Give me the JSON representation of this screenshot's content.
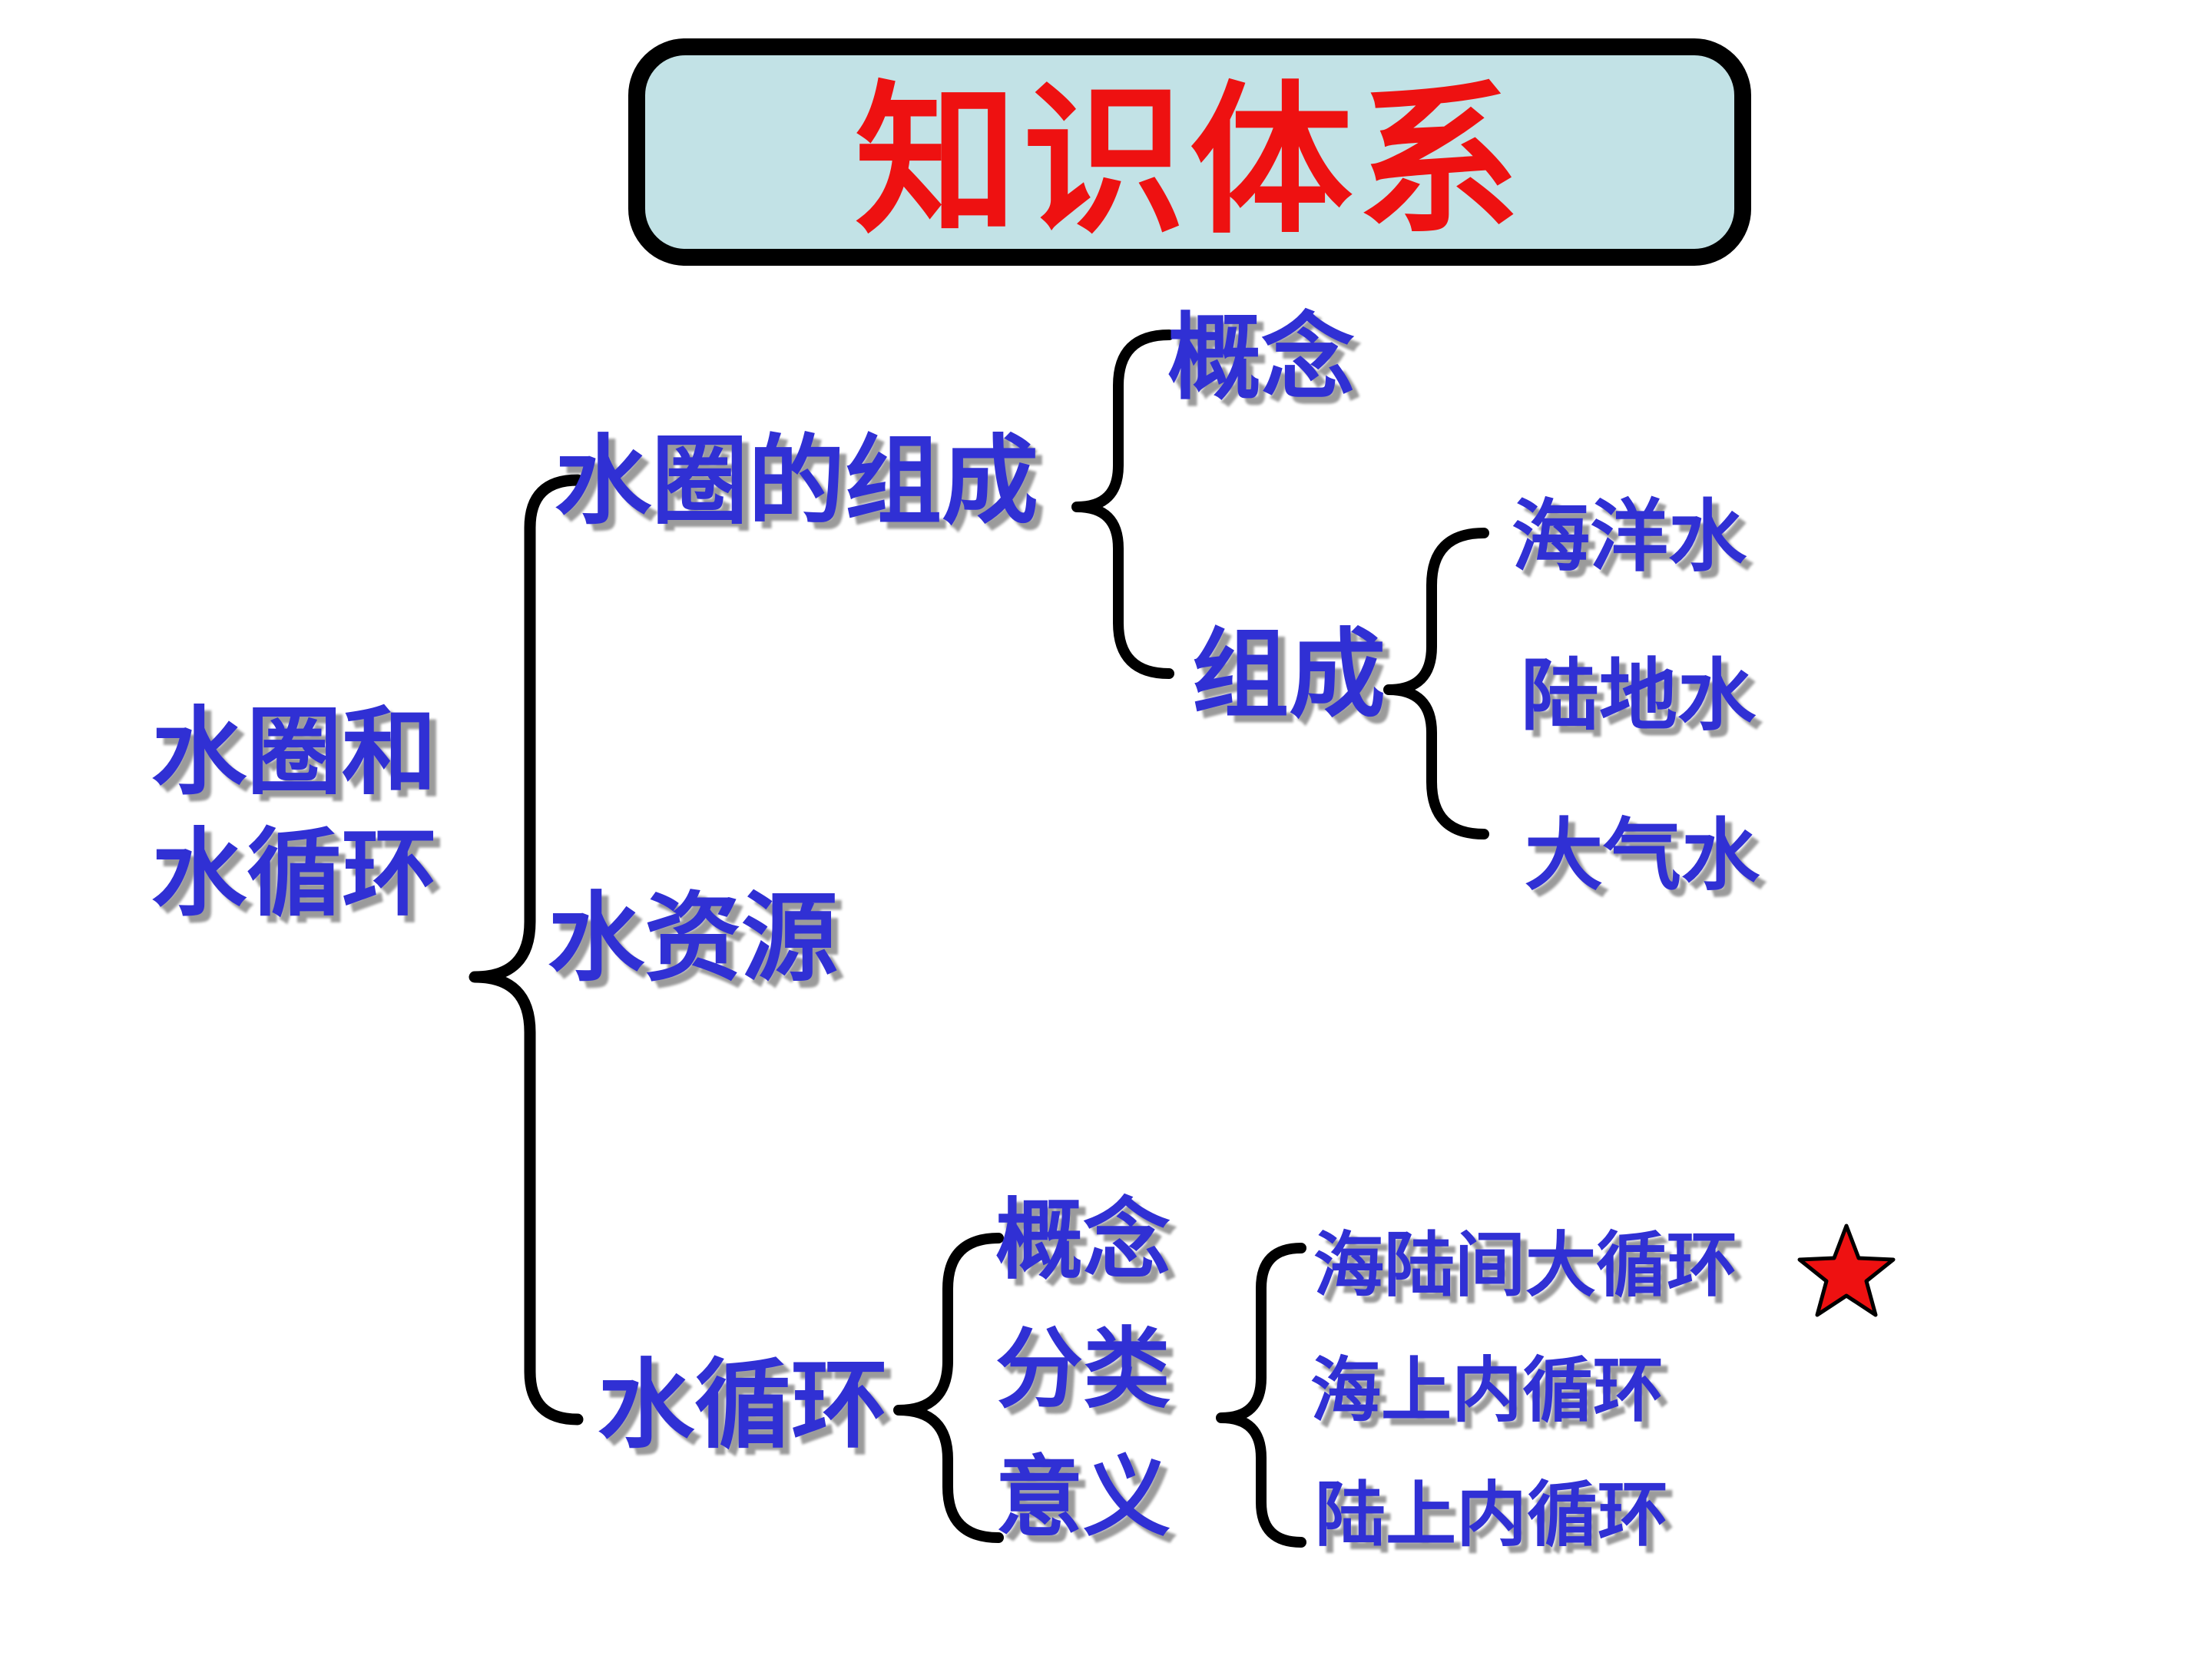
{
  "title": {
    "text": "知识体系"
  },
  "colors": {
    "node_text": "#3030d4",
    "title_text": "#ee1111",
    "title_box_fill": "#c2e2e6",
    "outline": "#000000",
    "star_fill": "#ee1111",
    "shadow": "#9b9b9b"
  },
  "icons": {
    "star": "red-five-pointed-star"
  },
  "tree": {
    "root": {
      "lines": [
        "水圈和",
        "水循环"
      ]
    },
    "branches": [
      {
        "label": "水圈的组成",
        "children": [
          {
            "label": "概念"
          },
          {
            "label": "组成",
            "children": [
              {
                "label": "海洋水"
              },
              {
                "label": "陆地水"
              },
              {
                "label": "大气水"
              }
            ]
          }
        ]
      },
      {
        "label": "水资源"
      },
      {
        "label": "水循环",
        "children": [
          {
            "label": "概念"
          },
          {
            "label": "分类",
            "children": [
              {
                "label": "海陆间大循环",
                "starred": true
              },
              {
                "label": "海上内循环"
              },
              {
                "label": "陆上内循环"
              }
            ]
          },
          {
            "label": "意义"
          }
        ]
      }
    ]
  }
}
